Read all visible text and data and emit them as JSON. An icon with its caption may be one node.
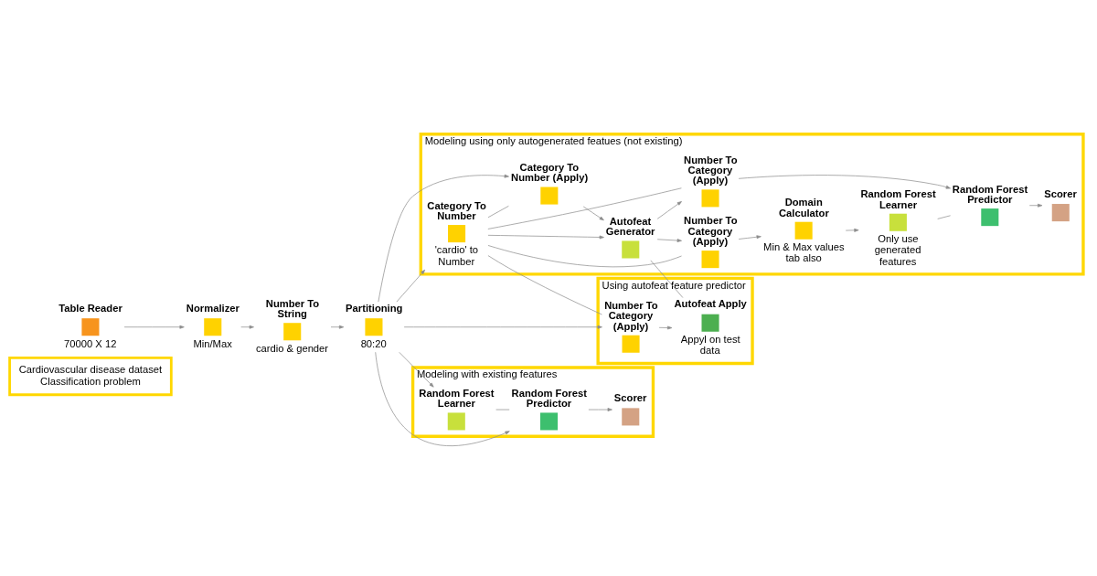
{
  "diagram": {
    "nodes": [
      {
        "text": [
          "Cardiovascular disease dataset",
          "Classification problem"
        ]
      },
      {
        "text": [
          "Table Reader"
        ],
        "beside": [
          "70000 X 12"
        ]
      },
      {
        "text": [
          "Normalizer"
        ],
        "beside": [
          "Min/Max"
        ]
      },
      {
        "text": [
          "Number To String"
        ],
        "beside": [
          "cardio & gender"
        ]
      },
      {
        "text": [
          "Partitioning"
        ],
        "beside": [
          "80:20"
        ]
      },
      {
        "text": [
          "Modeling using only autogenerated featues (not existing)"
        ]
      },
      {
        "text": [
          "Category To Number"
        ],
        "beside": [
          "'cardio' to Number"
        ],
        "in": 5
      },
      {
        "text": [
          "Category To Number (Apply)"
        ],
        "in": 5
      },
      {
        "text": [
          "Autofeat Generator"
        ],
        "in": 5
      },
      {
        "text": [
          "Number To Category (Apply)"
        ],
        "in": 5
      },
      {
        "text": [
          "Domain Calculator"
        ],
        "beside": [
          "Min & Max values tab also"
        ],
        "in": 5
      },
      {
        "text": [
          "Random Forest Learner"
        ],
        "beside": [
          "Only use generated features"
        ],
        "in": 5
      },
      {
        "text": [
          "Number To Category (Apply)"
        ],
        "in": 5
      },
      {
        "text": [
          "Random Forest Predictor"
        ],
        "in": 5
      },
      {
        "text": [
          "Scorer"
        ],
        "in": 5
      },
      {
        "text": [
          "Modeling with existing features"
        ]
      },
      {
        "text": [
          "Random Forest Learner"
        ],
        "in": 15
      },
      {
        "text": [
          "Random Forest Predictor"
        ],
        "in": 15
      },
      {
        "text": [
          "Scorer"
        ],
        "in": 15
      },
      {
        "text": [
          "Using autofeat feature predictor"
        ]
      },
      {
        "text": [
          "Number To Category (Apply)"
        ],
        "in": 19
      },
      {
        "text": [
          "Autofeat Apply"
        ],
        "beside": [
          "Appyl on test data"
        ],
        "in": 19
      }
    ],
    "edges": [
      {
        "from": 1,
        "to": 2,
        "arrow": "to"
      },
      {
        "from": 2,
        "to": 3,
        "arrow": "to"
      },
      {
        "from": 3,
        "to": 4,
        "arrow": "to"
      },
      {
        "from": 4,
        "to": 6,
        "arrow": "to"
      },
      {
        "from": 4,
        "to": 7,
        "arrow": "to"
      },
      {
        "from": 4,
        "to": 16,
        "arrow": "to"
      },
      {
        "from": 4,
        "to": 17,
        "arrow": "to"
      },
      {
        "from": 4,
        "to": 20,
        "arrow": "to"
      },
      {
        "from": 6,
        "to": 8,
        "arrow": "to"
      },
      {
        "from": 6,
        "to": 7,
        "arrow": "none"
      },
      {
        "from": 6,
        "to": 9,
        "arrow": "none"
      },
      {
        "from": 6,
        "to": 12,
        "arrow": "none"
      },
      {
        "from": 6,
        "to": 20,
        "arrow": "none"
      },
      {
        "from": 7,
        "to": 8,
        "arrow": "to"
      },
      {
        "from": 8,
        "to": 9,
        "arrow": "to"
      },
      {
        "from": 8,
        "to": 12,
        "arrow": "to"
      },
      {
        "from": 8,
        "to": 21,
        "arrow": "none"
      },
      {
        "from": 9,
        "to": 10,
        "arrow": "to"
      },
      {
        "from": 10,
        "to": 11,
        "arrow": "to"
      },
      {
        "from": 11,
        "to": 13,
        "arrow": "none"
      },
      {
        "from": 12,
        "to": 13,
        "arrow": "to"
      },
      {
        "from": 13,
        "to": 14,
        "arrow": "to"
      },
      {
        "from": 16,
        "to": 17,
        "arrow": "none"
      },
      {
        "from": 17,
        "to": 18,
        "arrow": "to"
      },
      {
        "from": 20,
        "to": 21,
        "arrow": "to"
      }
    ]
  }
}
